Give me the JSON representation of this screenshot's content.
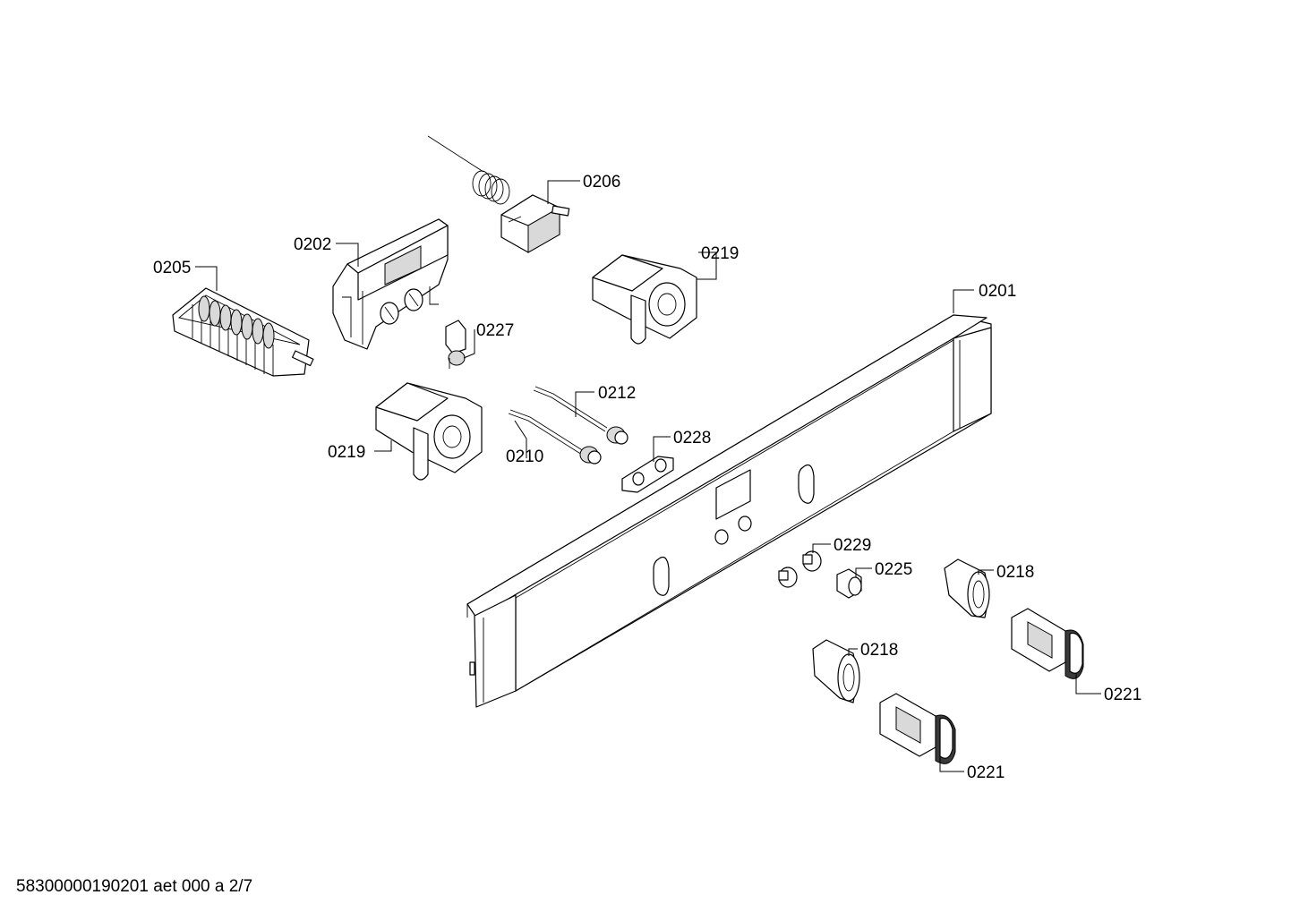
{
  "labels": {
    "p0201": "0201",
    "p0202": "0202",
    "p0205": "0205",
    "p0206": "0206",
    "p0210": "0210",
    "p0212": "0212",
    "p0218a": "0218",
    "p0218b": "0218",
    "p0219a": "0219",
    "p0219b": "0219",
    "p0221a": "0221",
    "p0221b": "0221",
    "p0225": "0225",
    "p0227": "0227",
    "p0228": "0228",
    "p0229": "0229"
  },
  "footer": "58300000190201 aet 000 a 2/7"
}
